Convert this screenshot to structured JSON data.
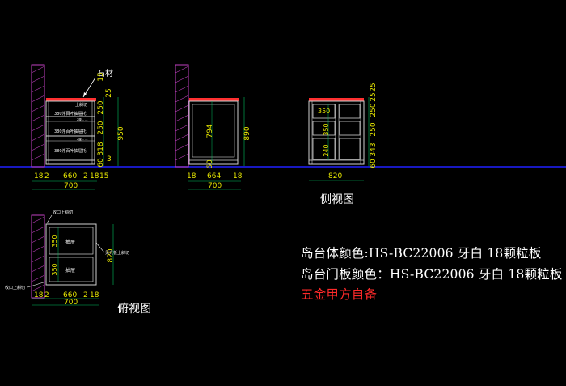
{
  "colors": {
    "background": "#000000",
    "dimension": "#e8e800",
    "outline": "#d0d0d0",
    "wall": "#c040c0",
    "countertop": "#ff3030",
    "ground": "#2020ff",
    "label": "#ffffff",
    "note_red": "#ff2a2a",
    "dim_line": "#00c060"
  },
  "view1": {
    "material_label": "石材",
    "drawer_top_label": "上斜切",
    "drawer_labels": [
      "380浮百叶抽屉托",
      "380浮百叶抽屉托",
      "380浮百叶抽屉托"
    ],
    "small_label_1": "2厘... ...",
    "small_label_2": "2厘... ...",
    "vertical_dims": [
      "15",
      "25",
      "250",
      "250",
      "318",
      "60",
      "3"
    ],
    "total_height": "950",
    "bottom_dims": [
      "18",
      "2",
      "660",
      "2",
      "18",
      "15"
    ],
    "total_width": "700"
  },
  "view2": {
    "inner_height": "794",
    "base": "60",
    "total_height": "890",
    "bottom_dims": [
      "18",
      "664",
      "18"
    ],
    "total_width": "700"
  },
  "view3": {
    "inner_dims": [
      "350",
      "350",
      "240"
    ],
    "right_dims": [
      "25",
      "25",
      "250",
      "250",
      "343",
      "60"
    ],
    "total_width": "820",
    "title": "侧视图"
  },
  "view4": {
    "top_label": "收口上斜切",
    "bottom_label": "收口上斜切",
    "drawer_label": "抽屉",
    "right_label": "见光板上斜切",
    "heights": [
      "350",
      "350"
    ],
    "total_depth": "820",
    "bottom_dims": [
      "18",
      "2",
      "660",
      "2",
      "18"
    ],
    "total_width": "700",
    "title": "俯视图"
  },
  "notes": {
    "line1": "岛台体颜色:HS-BC22006 牙白 18颗粒板",
    "line2": "岛台门板颜色：HS-BC22006 牙白 18颗粒板",
    "line3": "五金甲方自备"
  }
}
